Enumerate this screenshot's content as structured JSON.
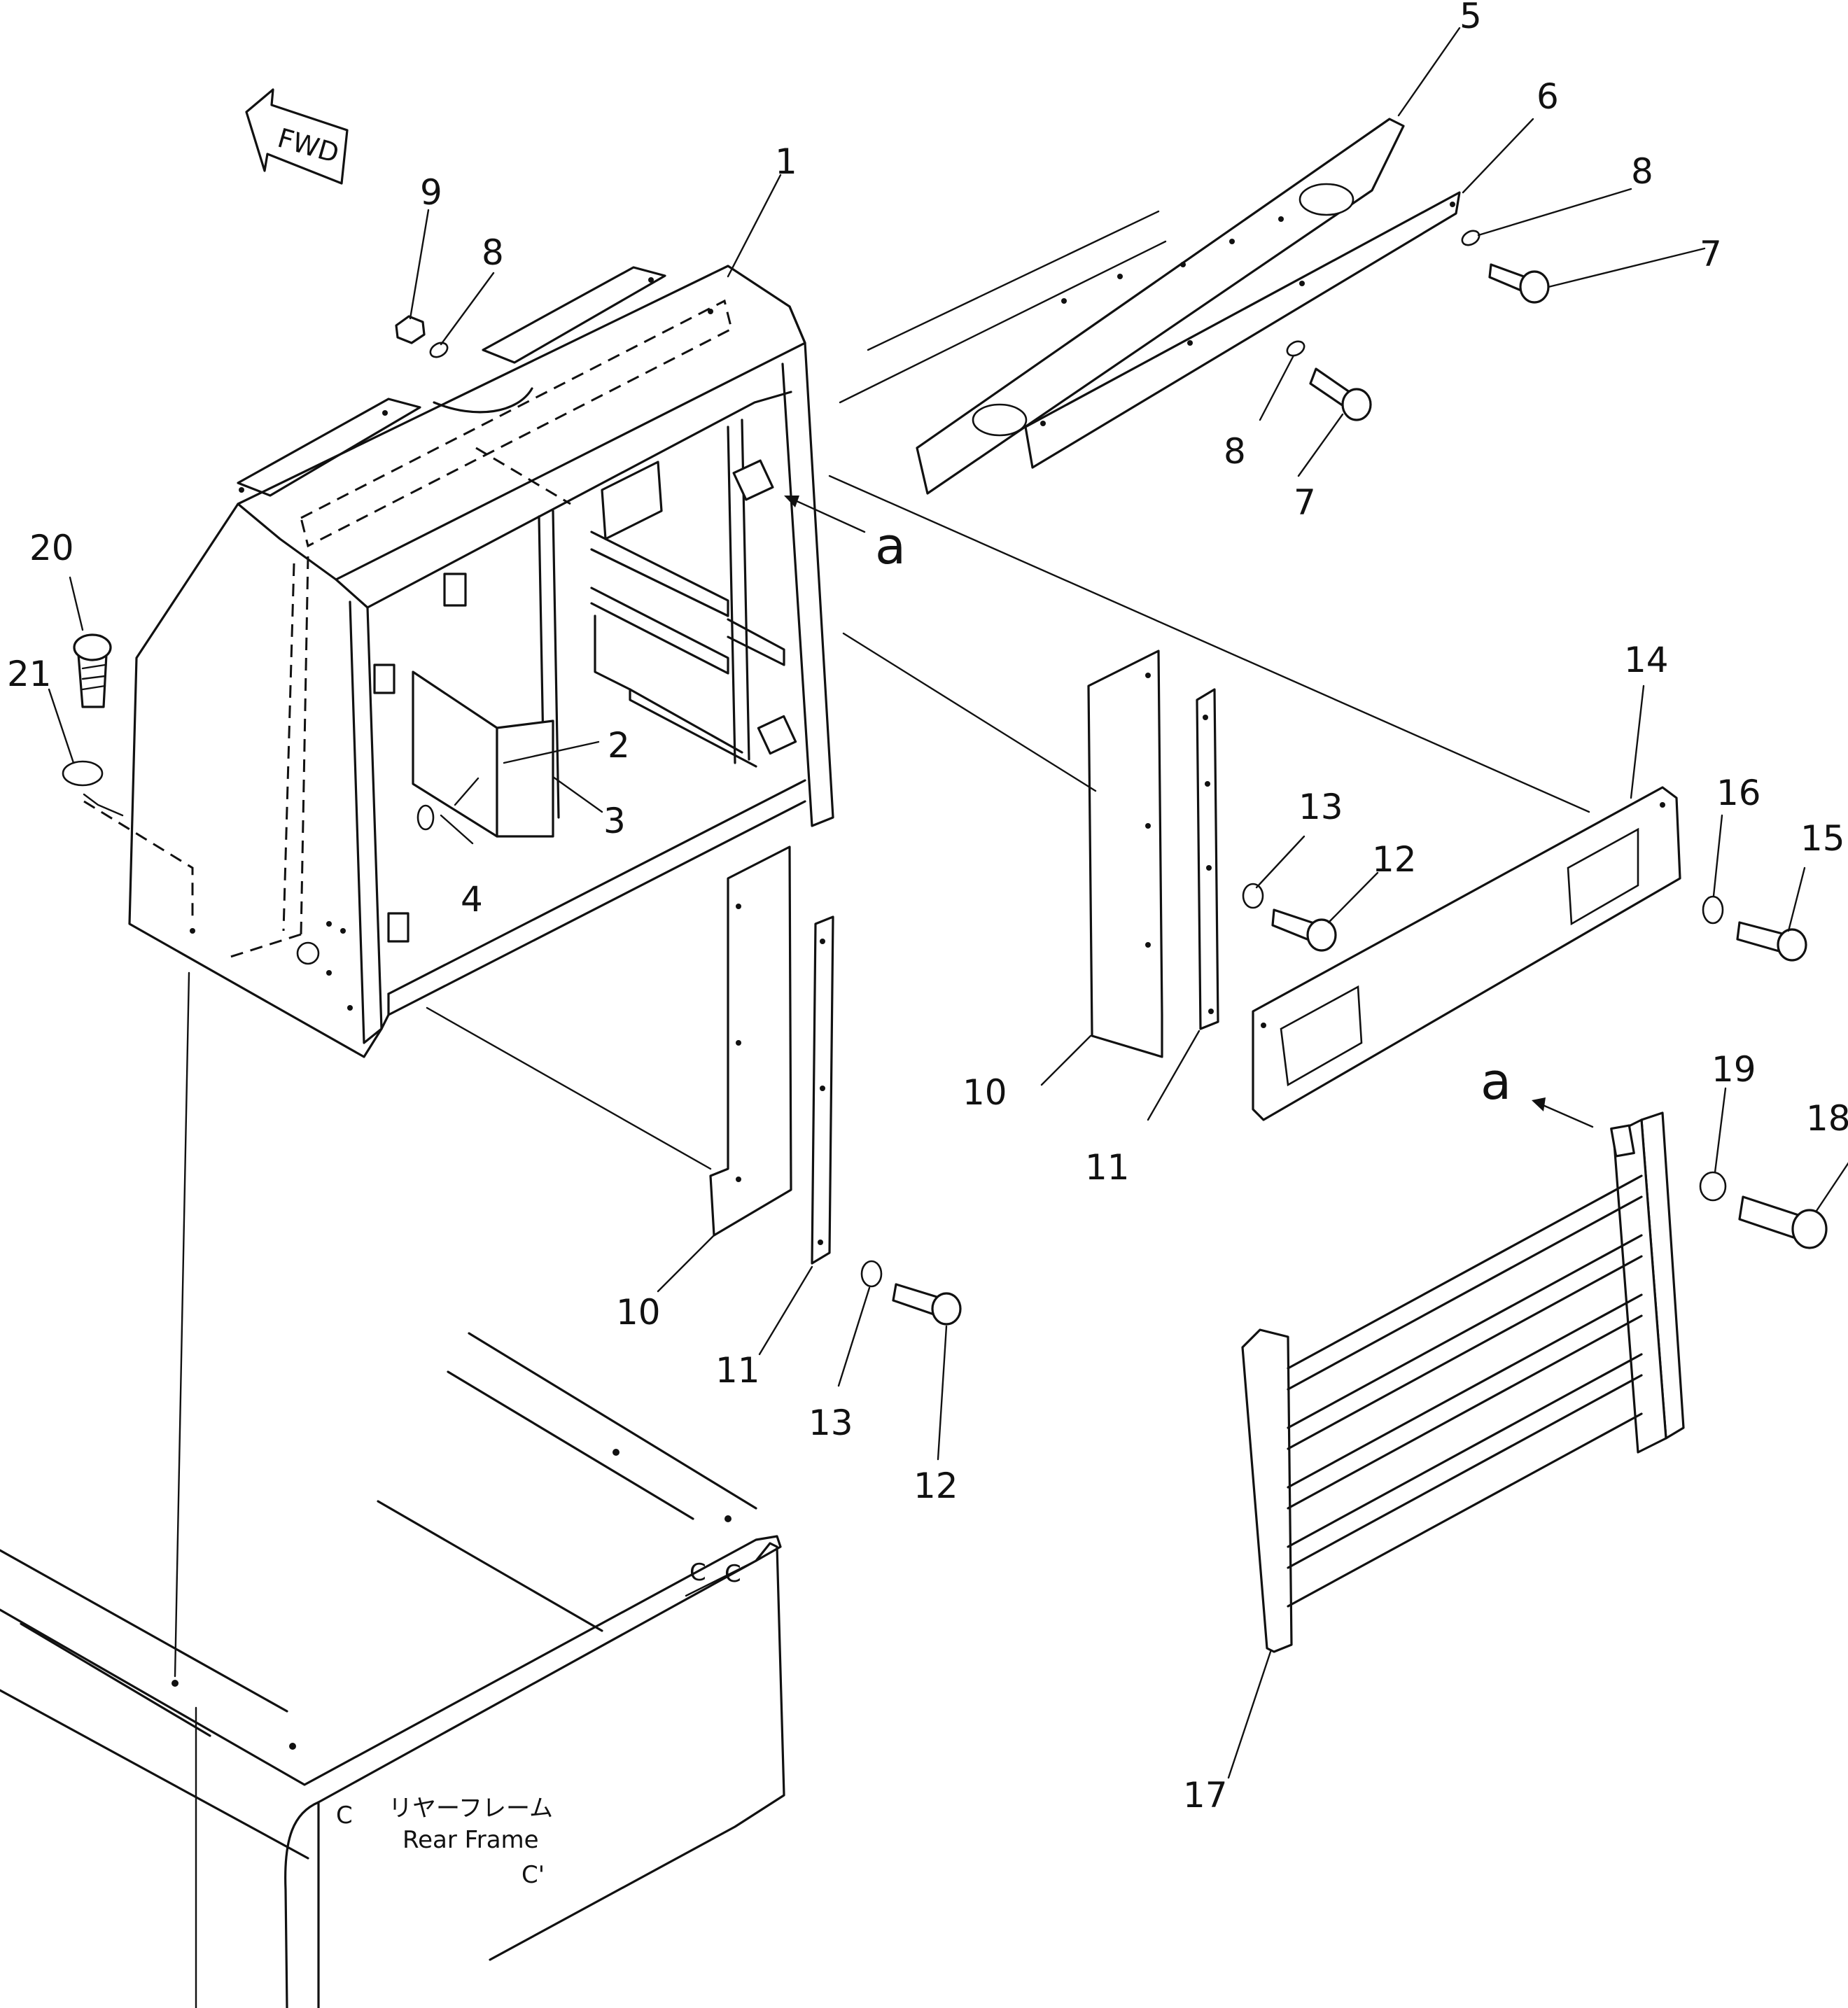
{
  "diagram": {
    "fwd_label": "FWD",
    "view_marker": "a",
    "rear_frame_jp": "リヤーフレーム",
    "rear_frame_en": "Rear Frame",
    "callouts": {
      "c1": "1",
      "c2": "2",
      "c3": "3",
      "c4": "4",
      "c5": "5",
      "c6": "6",
      "c7a": "7",
      "c7b": "7",
      "c8a": "8",
      "c8b": "8",
      "c8c": "8",
      "c9": "9",
      "c10a": "10",
      "c10b": "10",
      "c11a": "11",
      "c11b": "11",
      "c12a": "12",
      "c12b": "12",
      "c13a": "13",
      "c13b": "13",
      "c14": "14",
      "c15": "15",
      "c16": "16",
      "c17": "17",
      "c18": "18",
      "c19": "19",
      "c20": "20",
      "c21": "21"
    }
  }
}
